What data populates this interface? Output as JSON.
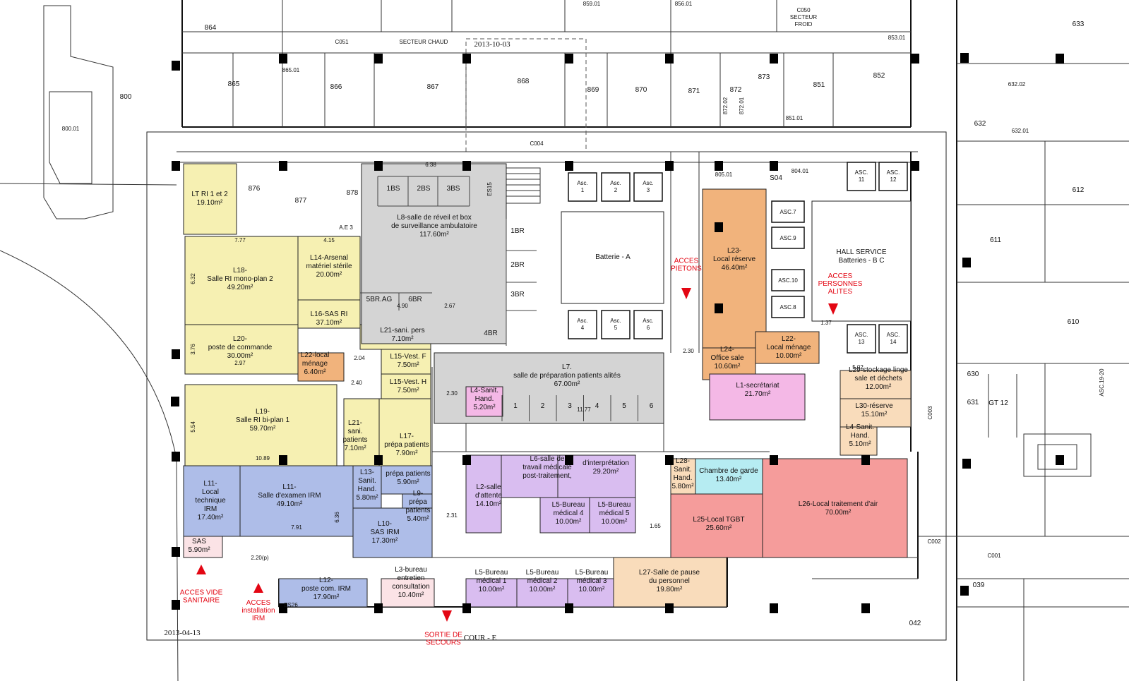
{
  "dates": {
    "top": "2013-10-03",
    "bottom": "2013-04-13"
  },
  "labels": {
    "secteur_chaud": "SECTEUR CHAUD",
    "secteur_froid": "C050 SECTEUR FROID",
    "cour": "COUR - E",
    "c051": "C051",
    "c004": "C004",
    "c003": "C003",
    "c002": "C002",
    "c001": "C001",
    "ae3": "A.E 3",
    "es15": "ES15",
    "es26": "ES26"
  },
  "top_rooms": [
    "864",
    "865",
    "865.01",
    "866",
    "867",
    "868",
    "869",
    "870",
    "871",
    "872",
    "872.01",
    "872.02",
    "873",
    "851",
    "851.01",
    "852",
    "853.01",
    "856.01",
    "859.01",
    "800",
    "800.01",
    "633",
    "632",
    "632.01",
    "632.02",
    "612",
    "611",
    "610",
    "630",
    "631",
    "GT 12",
    "ASC.19-20",
    "039",
    "042",
    "876",
    "877",
    "878",
    "805.01",
    "804.01",
    "S04"
  ],
  "colored_rooms": {
    "ltri": "LT RI 1 et 2|19.10m²",
    "l18": "L18-|Salle RI mono-plan 2|49.20m²",
    "l14": "L14-Arsenal|matériel stérile|20.00m²",
    "l16": "L16-SAS RI|37.10m²",
    "l20": "L20-|poste de commande|30.00m²",
    "l22a": "L22-local|ménage|6.40m²",
    "l21": "L21-sani. pers|7.10m²",
    "l15f": "L15-Vest. F|7.50m²",
    "l15h": "L15-Vest. H|7.50m²",
    "l19": "L19-|Salle RI bi-plan 1|59.70m²",
    "l21b": "L21-|sani.|patients|7.10m²",
    "l17": "L17-|prépa patients|7.90m²",
    "l11a": "L11-|Local|technique|IRM|17.40m²",
    "l11b": "L11-|Salle d'examen IRM|49.10m²",
    "l13": "L13-|Sanit.|Hand.|5.80m²",
    "prepa": "prépa patients|5.90m²",
    "l9": "L9-|prépa|patients|5.40m²",
    "l10": "L10-|SAS IRM|17.30m²",
    "sas": "SAS|5.90m²",
    "l12": "L12-|poste com. IRM|17.90m²",
    "l3": "L3-bureau|entretien|consultation|10.40m²",
    "l8": "L8-salle de réveil et box|de surveillance ambulatoire|117.60m²",
    "l7": "L7.|salle de préparation patients alités|67.00m²",
    "l4a": "L4-Sanit.|Hand.|5.20m²",
    "l2": "L2-salle|d'attente|14.10m²",
    "l6": "L6-salle de|travail médicale|post-traitement,",
    "l5i": "d'interprétation|29.20m²",
    "l5b4": "L5-Bureau|médical 4|10.00m²",
    "l5b5": "L5-Bureau|médical 5|10.00m²",
    "l5b1": "L5-Bureau|médical 1|10.00m²",
    "l5b2": "L5-Bureau|médical 2|10.00m²",
    "l5b3": "L5-Bureau|médical 3|10.00m²",
    "l27": "L27-Salle de pause|du personnel|19.80m²",
    "l28": "L28-|Sanit.|Hand.|5.80m²",
    "chambre": "Chambre de garde|13.40m²",
    "l25": "L25-Local TGBT|25.60m²",
    "l26": "L26-Local traitement d'air|70.00m²",
    "l23": "L23-|Local réserve|46.40m²",
    "l24": "L24-|Office sale|10.60m²",
    "l22b": "L22-|Local ménage|10.00m²",
    "l1": "L1-secrétariat|21.70m²",
    "l29": "L29-stockage linge|sale et déchets|12.00m²",
    "l30": "L30-réserve|15.10m²",
    "l4b": "L4-Sanit.|Hand.|5.10m²",
    "batterie_a": "Batterie - A",
    "hall": "HALL SERVICE|Batteries - B C"
  },
  "boxes": [
    "1BS",
    "2BS",
    "3BS",
    "1BR",
    "2BR",
    "3BR",
    "4BR",
    "5BR.AG",
    "6BR"
  ],
  "prep_stalls": [
    "1",
    "2",
    "3",
    "4",
    "5",
    "6"
  ],
  "lifts": [
    "Asc. 1",
    "Asc. 2",
    "Asc. 3",
    "Asc. 4",
    "Asc. 5",
    "Asc. 6",
    "ASC.7",
    "ASC.9",
    "ASC.10",
    "ASC.8",
    "ASC. 11",
    "ASC. 12",
    "ASC. 13",
    "ASC. 14"
  ],
  "access": {
    "vide_sanitaire": "ACCES VIDE|SANITAIRE",
    "irm": "ACCES|installation|IRM",
    "secours": "SORTIE DE|SECOURS",
    "pietons": "ACCES|PIETONS",
    "alites": "ACCES|PERSONNES|ALITES"
  },
  "dimensions": [
    "7.77",
    "4.15",
    "6.32",
    "3.76",
    "2.97",
    "5.54",
    "10.89",
    "7.91",
    "6.36",
    "2.20(p)",
    "2.04",
    "2.40",
    "2.30",
    "2.31",
    "1.65",
    "11.77",
    "6.38",
    "4.90",
    "2.67",
    "2.30",
    "5.02",
    "1.37"
  ],
  "colors": {
    "yellow": "#f6f0b2",
    "orange": "#f1b37c",
    "blue": "#aebde8",
    "purple": "#d9bdf0",
    "pink": "#f4b8e6",
    "gray": "#d4d4d4",
    "peach": "#f9dcbb",
    "salmon": "#f59c9b",
    "cyan": "#b6ecf2",
    "ltpink": "#fbe3e6",
    "red": "#e30613"
  }
}
